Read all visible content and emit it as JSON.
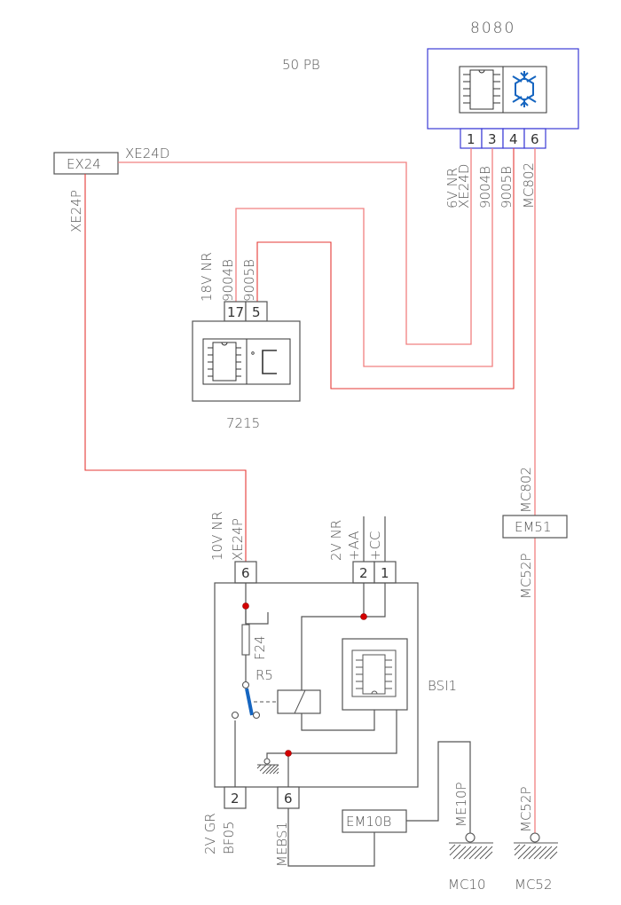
{
  "diagram": {
    "title": "50 PB",
    "colors": {
      "harness_wire": "#f08080",
      "internal_wire": "#555555",
      "connector_8080_outline": "#3b3bd6",
      "junction_node": "#d40000",
      "relay_contact": "#1565c0",
      "snowflake_icon": "#1565c0"
    },
    "components": {
      "ecu_8080": {
        "label": "8080",
        "icons": [
          "chip-icon",
          "snowflake-icon"
        ],
        "pins": [
          "1",
          "3",
          "4",
          "6"
        ],
        "pin_label_header": "6V NR",
        "pin_wires": [
          "XE24D",
          "9004B",
          "9005B",
          "MC802"
        ]
      },
      "connector_ex24": {
        "label": "EX24",
        "wire_right": "XE24D",
        "wire_down": "XE24P"
      },
      "display_7215": {
        "label": "7215",
        "icons": [
          "chip-icon",
          "celsius-icon"
        ],
        "pins": [
          "17",
          "5"
        ],
        "pin_label_header": "18V NR",
        "pin_wires": [
          "9004B",
          "9005B"
        ]
      },
      "bsi1": {
        "label": "BSI1",
        "top_left_pin": "6",
        "top_left_header": "10V NR",
        "top_left_wire": "XE24P",
        "top_right_pins": [
          "2",
          "1"
        ],
        "top_right_header": "2V NR",
        "top_right_wires": [
          "+AA",
          "+CC"
        ],
        "bottom_left_pin": "2",
        "bottom_left_header": "2V GR",
        "bottom_left_wire": "BF05",
        "bottom_mid_pin": "6",
        "bottom_mid_wire": "MEBS1",
        "fuse_label": "F24",
        "relay_label": "R5"
      },
      "splice_em51": {
        "label": "EM51",
        "wire_above": "MC802",
        "wire_below": "MC52P"
      },
      "splice_em10b": {
        "label": "EM10B"
      },
      "ground_mc10": {
        "label": "MC10",
        "wire": "ME10P"
      },
      "ground_mc52": {
        "label": "MC52",
        "wire": "MC52P"
      }
    }
  }
}
